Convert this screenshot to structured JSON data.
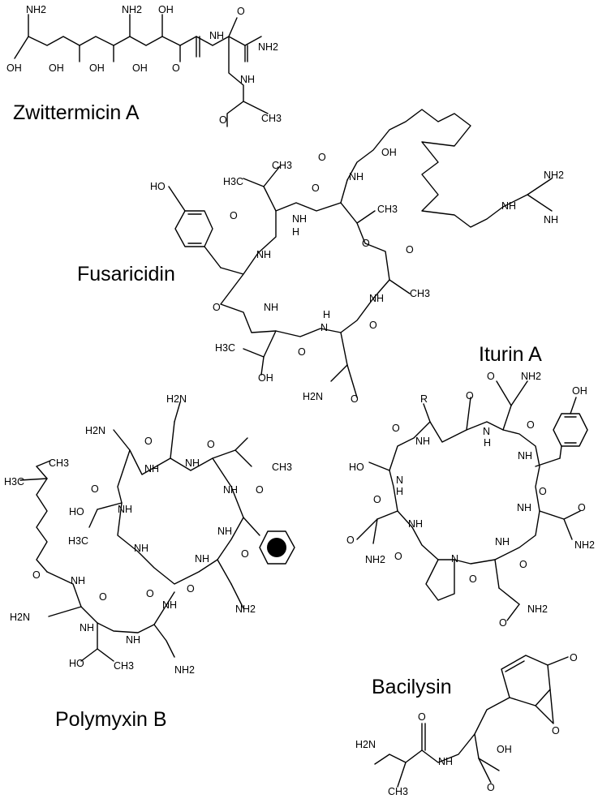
{
  "compounds": {
    "zwittermicin": {
      "name": "Zwittermicin A"
    },
    "fusaricidin": {
      "name": "Fusaricidin"
    },
    "iturin": {
      "name": "Iturin  A"
    },
    "polymyxin": {
      "name": "Polymyxin B"
    },
    "bacilysin": {
      "name": "Bacilysin"
    }
  },
  "atom_labels": {
    "NH2": "NH2",
    "OH": "OH",
    "NH": "NH",
    "N": "N",
    "H": "H",
    "O": "O",
    "HO": "HO",
    "CH3": "CH3",
    "H3C": "H3C",
    "R": "R",
    "H2N": "H2N"
  }
}
